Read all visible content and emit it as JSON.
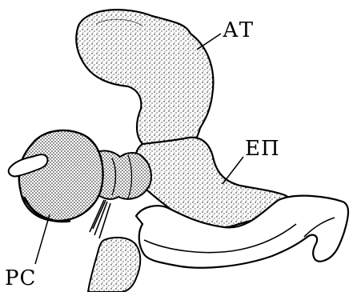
{
  "figure": {
    "labels": {
      "at": "АТ",
      "ep": "ЕП",
      "pc": "РС"
    },
    "colors": {
      "ink": "#000000",
      "paper": "#ffffff"
    }
  }
}
